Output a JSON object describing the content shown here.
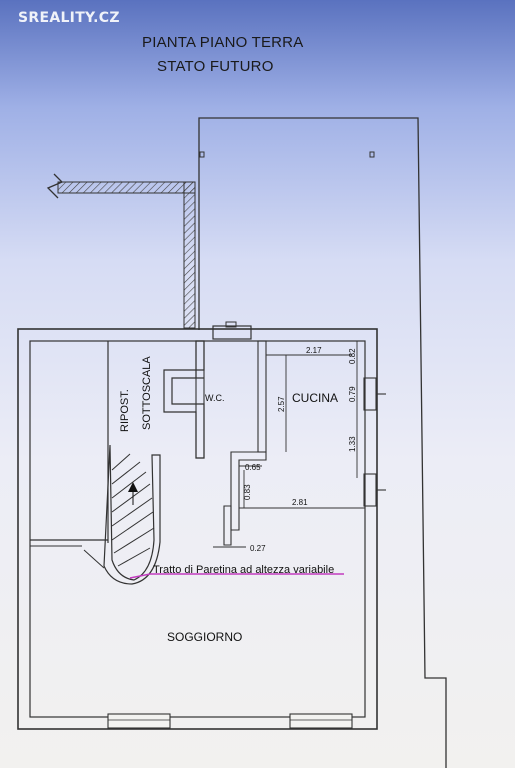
{
  "watermark": "SREALITY.CZ",
  "title_line1": "PIANTA PIANO TERRA",
  "title_line2": "STATO FUTURO",
  "rooms": {
    "wc": "W.C.",
    "cucina": "CUCINA",
    "ripost_line1": "RIPOST.",
    "ripost_line2": "SOTTOSCALA",
    "soggiorno": "SOGGIORNO"
  },
  "annotation": "Tratto di Paretina ad altezza variabile",
  "dimensions": {
    "d217": "2.17",
    "d082": "0.82",
    "d257": "2.57",
    "d079": "0.79",
    "d133": "1.33",
    "d065": "0.65",
    "d083": "0.83",
    "d281": "2.81",
    "d027": "0.27"
  },
  "colors": {
    "annotation_line": "#c23bbf",
    "wall_line": "#333333"
  }
}
